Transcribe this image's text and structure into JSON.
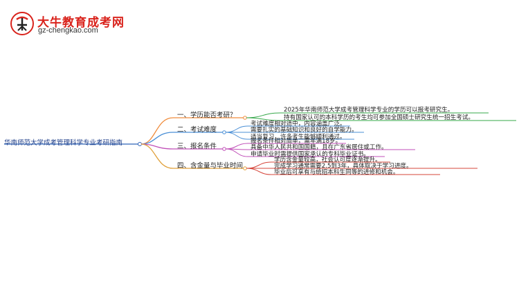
{
  "brand": {
    "title": "大牛教育成考网",
    "url": "gz-chengkao.com"
  },
  "mindmap": {
    "root": "华南师范大学成考管理科学专业考研指南",
    "branches": [
      {
        "label": "一、学历能否考研？",
        "color": "#f08c3c",
        "leaves": [
          "2025年华南师范大学成考管理科学专业的学历可以报考研究生。",
          "持有国家认可的本科学历的考生均可参加全国硕士研究生统一招生考试。"
        ]
      },
      {
        "label": "二、考试难度",
        "color": "#4a8fd6",
        "leaves": [
          "考试难度相对适中，内容涵盖广泛。",
          "需要扎实的基础知识和良好的自学能力。",
          "适当复习，许多考生能够顺利通过。"
        ]
      },
      {
        "label": "三、报名条件",
        "color": "#c04fb8",
        "leaves": [
          "报名条件相对简单，需年满18岁。",
          "具备中华人民共和国国籍，且在广东省居住或工作。",
          "申请毕业时需提供国家承认的专科毕业证书。"
        ]
      },
      {
        "label": "四、含金量与毕业时间",
        "color": "#e0a03a",
        "leaves": [
          "学历含金量较高，社会认可度逐渐提升。",
          "完成学习通常需要2.5到3年，具体取决于学习进度。",
          "毕业后可享有与统招本科生同等的进修和机会。"
        ]
      }
    ]
  }
}
